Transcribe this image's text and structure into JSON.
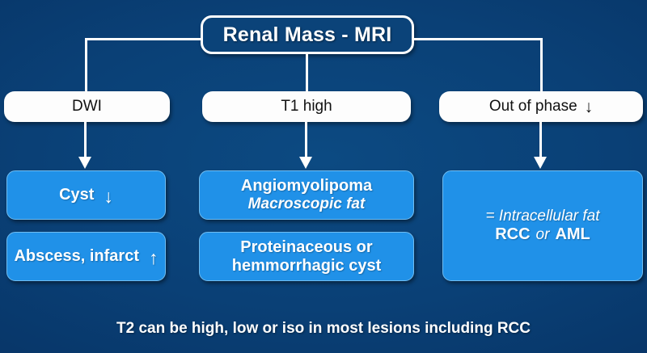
{
  "diagram": {
    "title_node": {
      "label": "Renal Mass - MRI"
    },
    "branches": [
      {
        "id": "dwi",
        "modality_label": "DWI",
        "modality_glyph": "",
        "findings": [
          {
            "line1": "Cyst",
            "line1_glyph": "↓",
            "line2": ""
          },
          {
            "line1": "Abscess, infarct",
            "line1_glyph": "↑",
            "line2": ""
          }
        ]
      },
      {
        "id": "t1-high",
        "modality_label": "T1 high",
        "modality_glyph": "",
        "findings": [
          {
            "line1": "Angiomyolipoma",
            "line1_glyph": "",
            "line2": "Macroscopic fat"
          },
          {
            "line1": "Proteinaceous or",
            "line1_glyph": "",
            "line2": "hemmorrhagic cyst"
          }
        ]
      },
      {
        "id": "out-of-phase",
        "modality_label": "Out of phase",
        "modality_glyph": "↓",
        "findings": [
          {
            "line1": "= Intracellular fat",
            "line1_glyph": "",
            "line2_a": "RCC",
            "line2_b": "or",
            "line2_c": "AML"
          }
        ]
      }
    ],
    "caption": "T2 can be high, low or iso in most lesions including RCC"
  },
  "colors": {
    "background_dark": "#042b58",
    "background_light": "#0c4a82",
    "node_blue": "#2091e8",
    "node_white": "#fdfdfd",
    "connector": "#ffffff",
    "text_on_blue": "#ffffff",
    "text_on_white": "#111111"
  }
}
